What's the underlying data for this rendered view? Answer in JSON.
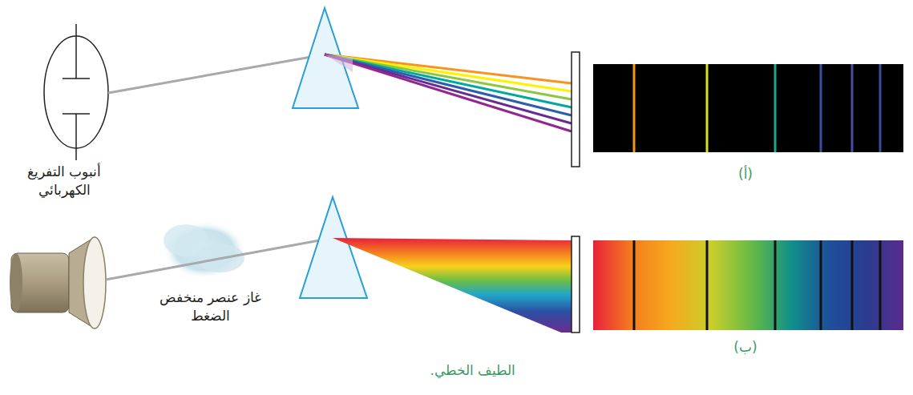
{
  "diagram": {
    "caption": "الطيف الخطي.",
    "labels": [
      "أنبوب التفريغ الكهربائي",
      "(أ)",
      "غاز عنصر منخفض الضغط",
      "(ب)"
    ]
  }
}
